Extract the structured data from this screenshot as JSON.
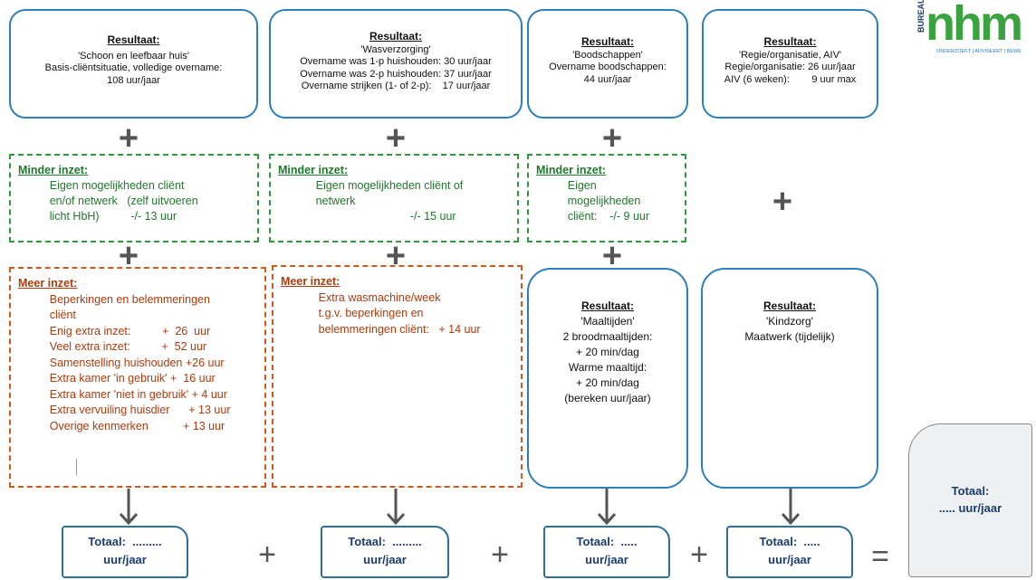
{
  "logo": {
    "text": "nhm",
    "side": "BUREAU",
    "tagline": "ONDERZOEKT | ADVISEERT | BEWE"
  },
  "boxes": {
    "schoon": {
      "title": "Resultaat:",
      "lines": [
        "'Schoon en leefbaar huis'",
        "Basis-cliëntsituatie, volledige overname:",
        "108 uur/jaar"
      ]
    },
    "was": {
      "title": "Resultaat:",
      "lines": [
        "'Wasverzorging'",
        "Overname was 1-p huishouden: 30 uur/jaar",
        "Overname was 2-p huishouden: 37 uur/jaar",
        "Overname strijken (1- of 2-p):    17 uur/jaar"
      ]
    },
    "boodschappen": {
      "title": "Resultaat:",
      "lines": [
        "'Boodschappen'",
        "Overname boodschappen:",
        "44 uur/jaar"
      ]
    },
    "regie": {
      "title": "Resultaat:",
      "lines": [
        "'Regie/organisatie, AIV'",
        "Regie/organisatie: 26 uur/jaar",
        "AIV (6 weken):        9 uur max"
      ]
    },
    "maaltijden": {
      "title": "Resultaat:",
      "lines": [
        "'Maaltijden'",
        "2 broodmaaltijden:",
        "+ 20 min/dag",
        "Warme maaltijd:",
        "+ 20 min/dag",
        "(bereken uur/jaar)"
      ]
    },
    "kindzorg": {
      "title": "Resultaat:",
      "lines": [
        "'Kindzorg'",
        "Maatwerk (tijdelijk)"
      ]
    }
  },
  "minder": {
    "m1": {
      "title": "Minder inzet:",
      "lines": [
        "          Eigen mogelijkheden cliënt",
        "          en/of netwerk   (zelf uitvoeren",
        "          licht HbH)          -/- 13 uur"
      ]
    },
    "m2": {
      "title": "Minder inzet:",
      "lines": [
        "            Eigen mogelijkheden cliënt of",
        "            netwerk",
        "                                          -/- 15 uur"
      ]
    },
    "m3": {
      "title": "Minder inzet:",
      "lines": [
        "          Eigen",
        "          mogelijkheden",
        "          cliënt:    -/- 9 uur"
      ]
    }
  },
  "meer": {
    "o1": {
      "title": "Meer inzet:",
      "lines": [
        "          Beperkingen en belemmeringen",
        "          cliënt",
        "          Enig extra inzet:          +  26  uur",
        "          Veel extra inzet:          +  52 uur",
        "          Samenstelling huishouden +26 uur",
        "          Extra kamer 'in gebruik' +  16 uur",
        "          Extra kamer 'niet in gebruik' + 4 uur",
        "          Extra vervuiling huisdier      + 13 uur",
        "          Overige kenmerken           + 13 uur"
      ]
    },
    "o2": {
      "title": "Meer inzet:",
      "lines": [
        "            Extra wasmachine/week",
        "            t.g.v. beperkingen en",
        "            belemmeringen cliënt:   + 14 uur"
      ]
    }
  },
  "totals": {
    "t1": [
      "Totaal:  .........",
      "uur/jaar"
    ],
    "t2": [
      "Totaal:  .........",
      "uur/jaar"
    ],
    "t3": [
      "Totaal:  .....",
      "uur/jaar"
    ],
    "t4": [
      "Totaal:  .....",
      "uur/jaar"
    ],
    "grand": [
      "Totaal:",
      "..... uur/jaar"
    ]
  },
  "symbols": {
    "plus": "+",
    "equals": "="
  }
}
